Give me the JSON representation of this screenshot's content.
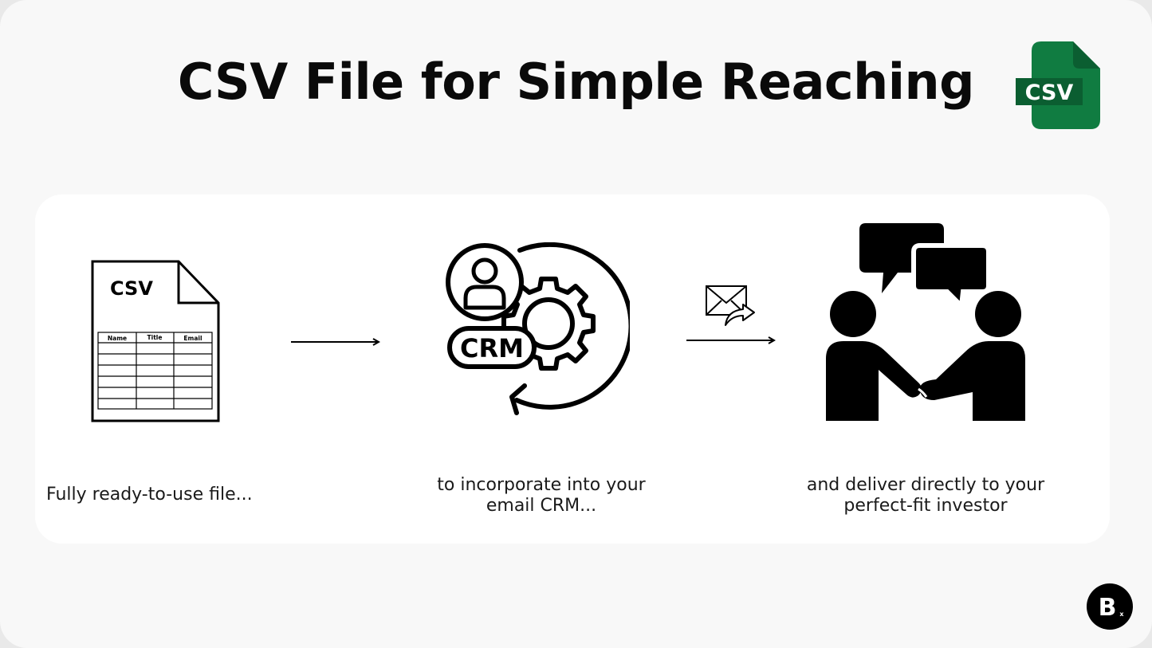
{
  "title": {
    "part1": "CSV File for ",
    "part2": "Simple Reaching"
  },
  "badge": {
    "text": "CSV"
  },
  "steps": [
    {
      "doc_label": "CSV",
      "table_headers": [
        "Name",
        "Title",
        "Email"
      ],
      "caption": "Fully ready-to-use file..."
    },
    {
      "crm_label": "CRM",
      "caption_line1": "to incorporate into your",
      "caption_line2": "email CRM..."
    },
    {
      "caption_line1": "and deliver directly to your",
      "caption_line2": "perfect-fit investor"
    }
  ],
  "brand": {
    "letter": "B",
    "sub": "x"
  },
  "colors": {
    "csv_green": "#107c41",
    "csv_green_dark": "#0b5e31",
    "ink": "#000000",
    "panel": "#ffffff",
    "background": "#f8f8f8"
  },
  "icons": [
    "csv-file-icon",
    "spreadsheet-document-icon",
    "arrow-right-icon",
    "crm-gear-icon",
    "email-send-icon",
    "handshake-chat-icon",
    "brand-logo-icon"
  ]
}
